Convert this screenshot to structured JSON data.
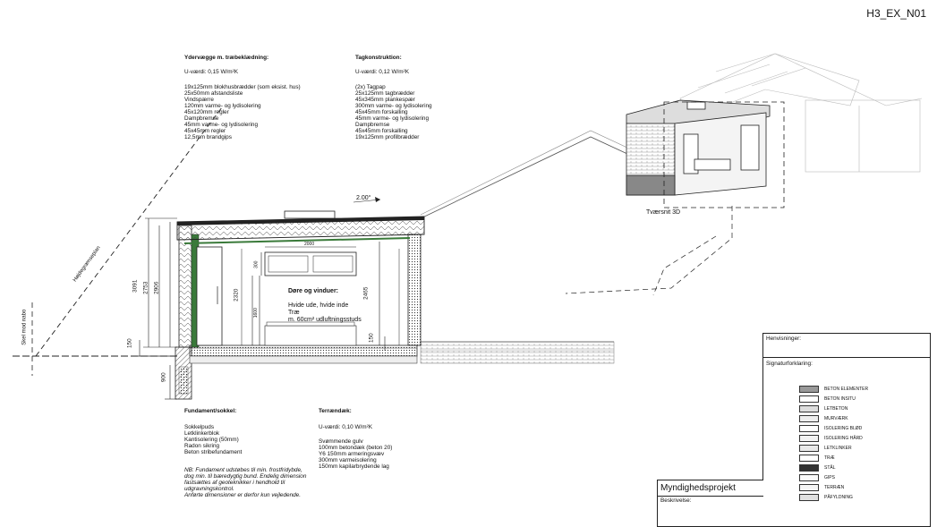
{
  "sheet_id": "H3_EX_N01",
  "walls": {
    "title": "Ydervægge m. træbeklædning:",
    "u_value": "U-værdi: 0,15 W/m²K",
    "layers": [
      "19x125mm blokhusbrædder (som eksist. hus)",
      "25x50mm afstandsliste",
      "Vindspærre",
      "120mm varme- og lydisolering",
      "45x120mm regler",
      "Dampbremse",
      "45mm varme- og lydisolering",
      "45x45mm regler",
      "12,5mm brandgips"
    ]
  },
  "roof": {
    "title": "Tagkonstruktion:",
    "u_value": "U-værdi: 0,12 W/m²K",
    "layers": [
      "(2x) Tagpap",
      "25x125mm tagbrædder",
      "45x345mm plankespær",
      "300mm varme- og lydisolering",
      "45x45mm forskalling",
      "45mm varme- og lydisolering",
      "Dampbremse",
      "45x45mm forskalling",
      "19x125mm profilbrædder"
    ]
  },
  "foundation": {
    "title": "Fundament/sokkel:",
    "layers": [
      "Sokkelpuds",
      "Letklinkerblok",
      "Kantisolering (50mm)",
      "Radon sikring",
      "Beton stribefundament"
    ],
    "note": [
      "NB: Fundament udstøbes til min. frostfridybde,",
      "dog min. til bæredygtig bund. Endelig dimension",
      "fastsættes af geoteknikker i hendhold til",
      "udgravningskontrol.",
      "Anførte dimensioner er derfor kun vejledende."
    ]
  },
  "floor": {
    "title": "Terrændæk:",
    "u_value": "U-værdi: 0,10 W/m²K",
    "layers": [
      "Svømmende gulv",
      "100mm betondæk (beton 20)",
      "Y6 150mm armeringsvæv",
      "300mm varmeisolering",
      "150mm kapilarbrydende lag"
    ]
  },
  "doors": {
    "title": "Døre og vinduer:",
    "lines": [
      "Hvide ude, hvide inde",
      "Træ",
      "m. 60cm² udluftningsstuds"
    ]
  },
  "dims": {
    "d3091": "3091",
    "d2753": "2753",
    "d2906": "2906",
    "d2320": "2320",
    "d2465": "2465",
    "d2000": "2000",
    "d300": "300",
    "d1600": "1600",
    "d150a": "150",
    "d150b": "150",
    "d900": "900"
  },
  "slope": "2.00°",
  "labels": {
    "height_plane": "Højdegrænseplan",
    "boundary": "Skel mod nabo",
    "section3d": "Tværsnit 3D"
  },
  "panel": {
    "references": "Henvisninger:",
    "legend_title": "Signaturforklaring:",
    "legend": [
      "BETON ELEMENTER",
      "BETON INSITU",
      "LETBETON",
      "MURVÆRK",
      "ISOLERING BLØD",
      "ISOLERING HÅRD",
      "LETKLINKER",
      "TRÆ",
      "STÅL",
      "GIPS",
      "TERRÆN",
      "PÅFYLDNING"
    ],
    "project": "Myndighedsprojekt",
    "description": "Beskrivelse:"
  },
  "colors": {
    "line": "#222222",
    "insulation": "#e6e6e6",
    "ghost": "#c8c8c8"
  }
}
